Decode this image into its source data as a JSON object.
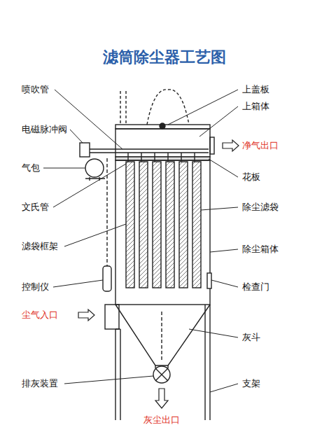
{
  "diagram": {
    "title": "滤筒除尘器工艺图",
    "labels": [
      "喷吹管",
      "上盖板",
      "上箱体",
      "电磁脉冲阀",
      "净气出口",
      "气包",
      "花板",
      "文氏管",
      "除尘滤袋",
      "滤袋框架",
      "除尘箱体",
      "控制仪",
      "检查门",
      "尘气入口",
      "灰斗",
      "排灰装置",
      "支架",
      "灰尘出口"
    ]
  }
}
